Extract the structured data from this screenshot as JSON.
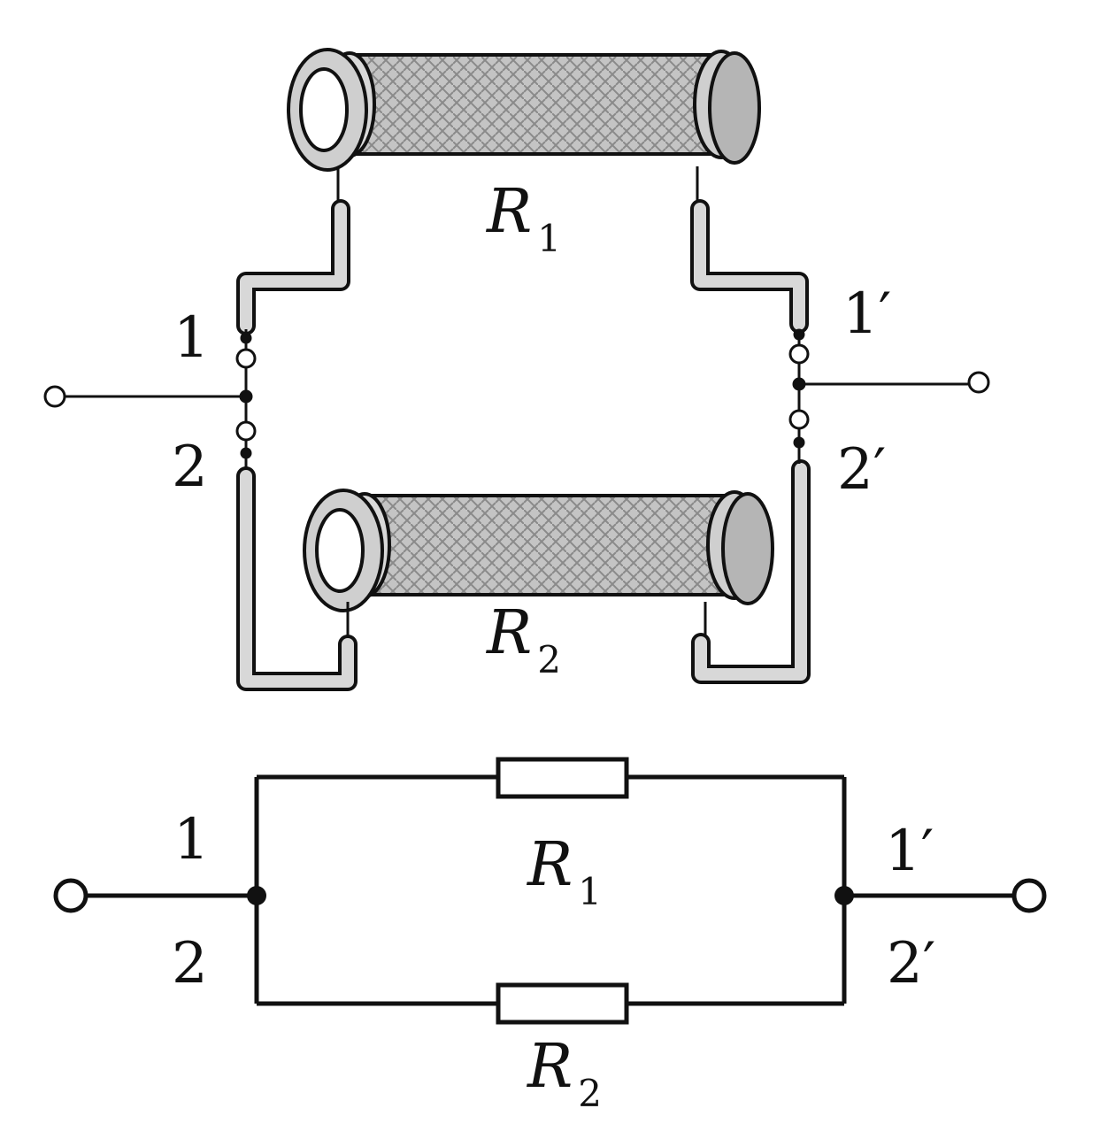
{
  "illustration": {
    "resistor_top": {
      "name": "R",
      "sub": "1"
    },
    "resistor_bottom": {
      "name": "R",
      "sub": "2"
    },
    "terminals": {
      "left_top": "1",
      "left_bottom": "2",
      "right_top": "1′",
      "right_bottom": "2′"
    }
  },
  "schematic": {
    "resistor_top": {
      "name": "R",
      "sub": "1"
    },
    "resistor_bottom": {
      "name": "R",
      "sub": "2"
    },
    "terminals": {
      "left_top": "1",
      "left_bottom": "2",
      "right_top": "1′",
      "right_bottom": "2′"
    }
  },
  "colors": {
    "ink": "#111111",
    "resistor_fill": "#bdbdbd",
    "background": "#ffffff"
  }
}
